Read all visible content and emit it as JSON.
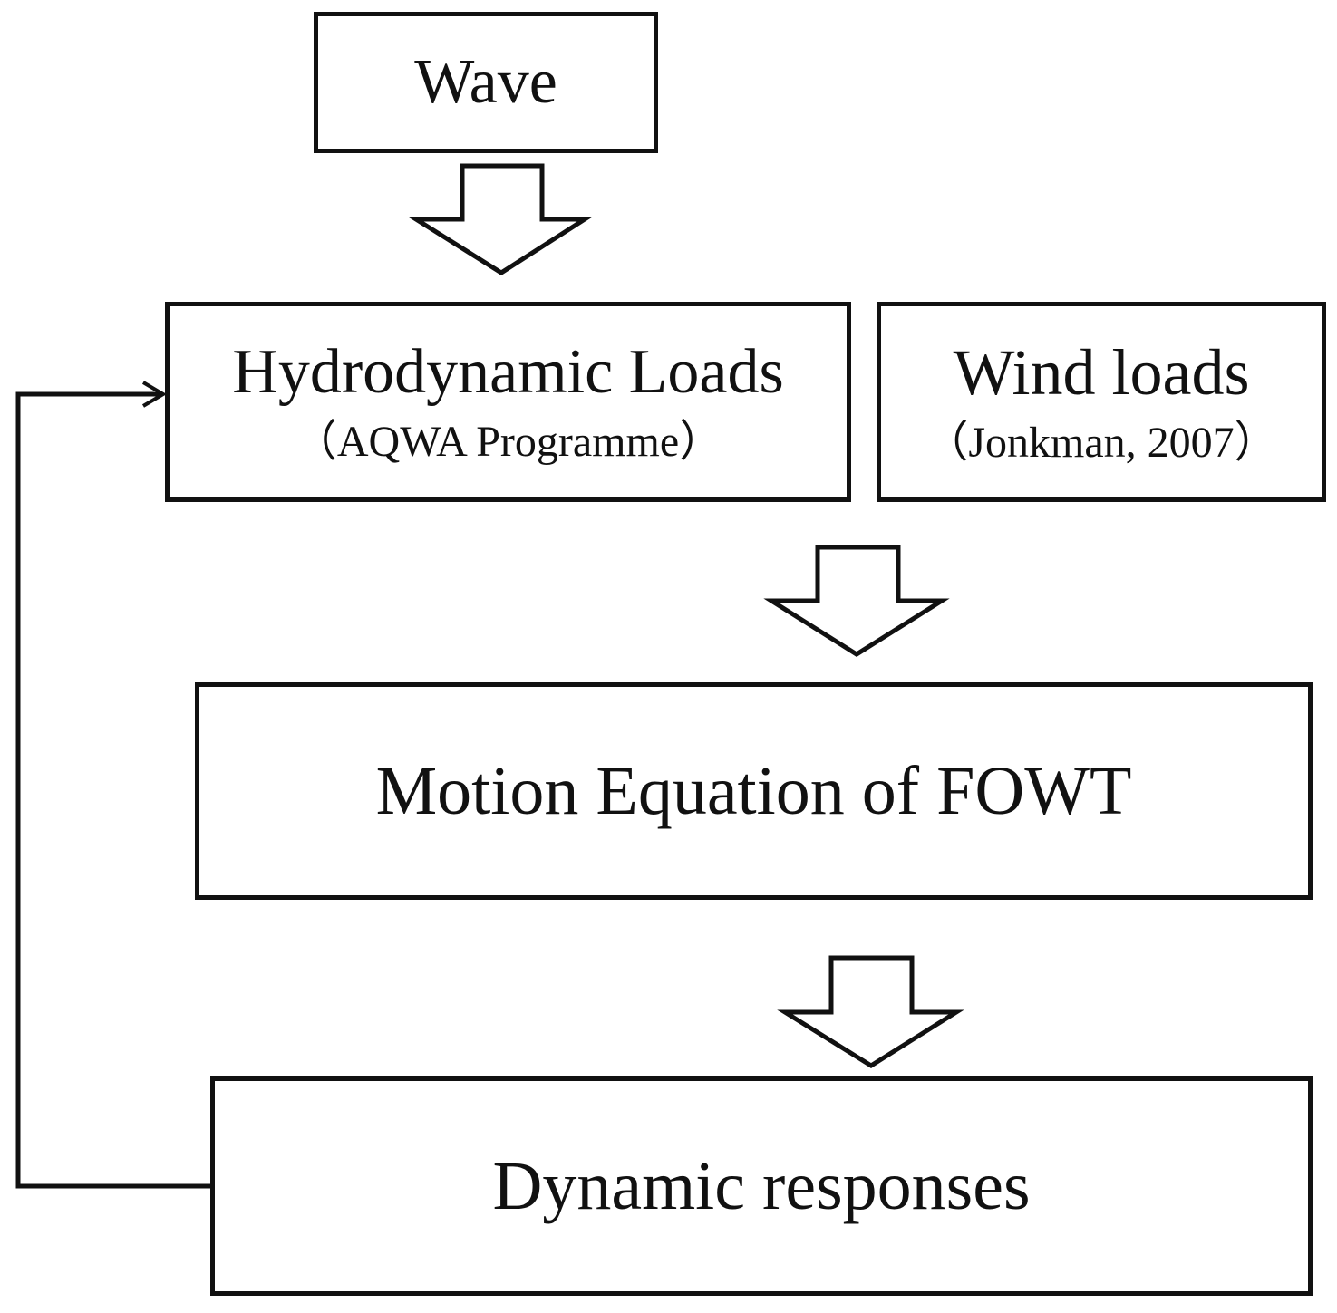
{
  "nodes": {
    "wave": {
      "title": "Wave"
    },
    "hydrodynamic_loads": {
      "title": "Hydrodynamic Loads",
      "subtitle": "（AQWA Programme）"
    },
    "wind_loads": {
      "title": "Wind loads",
      "subtitle": "（Jonkman, 2007）"
    },
    "motion_equation": {
      "title": "Motion Equation of FOWT"
    },
    "dynamic_responses": {
      "title": "Dynamic responses"
    }
  },
  "edges": [
    {
      "from": "wave",
      "to": "hydrodynamic_loads",
      "style": "hollow-block-arrow"
    },
    {
      "from": "wind_loads",
      "to": "motion_equation",
      "style": "hollow-block-arrow"
    },
    {
      "from": "motion_equation",
      "to": "dynamic_responses",
      "style": "hollow-block-arrow"
    },
    {
      "from": "dynamic_responses",
      "to": "hydrodynamic_loads",
      "style": "feedback-line-arrow"
    }
  ],
  "colors": {
    "stroke": "#111111",
    "background": "#ffffff"
  }
}
